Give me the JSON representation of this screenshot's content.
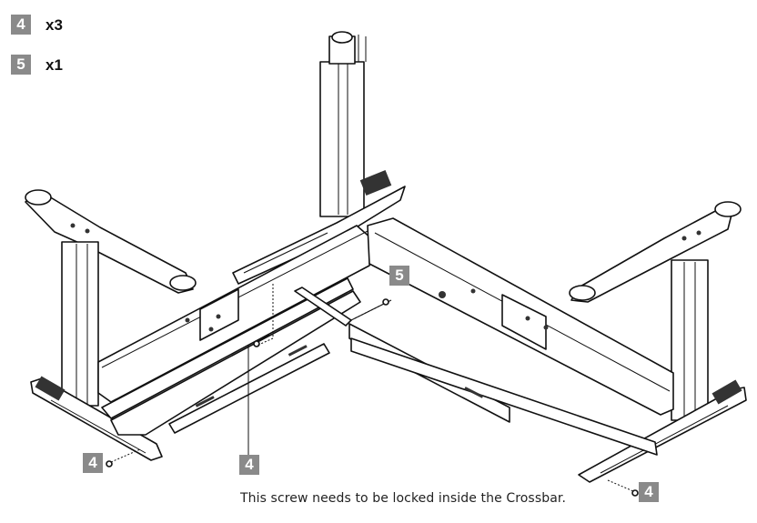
{
  "parts_legend": [
    {
      "badge": "4",
      "qty": "x3"
    },
    {
      "badge": "5",
      "qty": "x1"
    }
  ],
  "callouts": {
    "screw_center": "4",
    "crossbar_part": "5",
    "screw_left": "4",
    "screw_right": "4"
  },
  "caption": "This screw needs to be locked inside the Crossbar.",
  "colors": {
    "badge_bg": "#8a8a8a",
    "line": "#111111"
  }
}
